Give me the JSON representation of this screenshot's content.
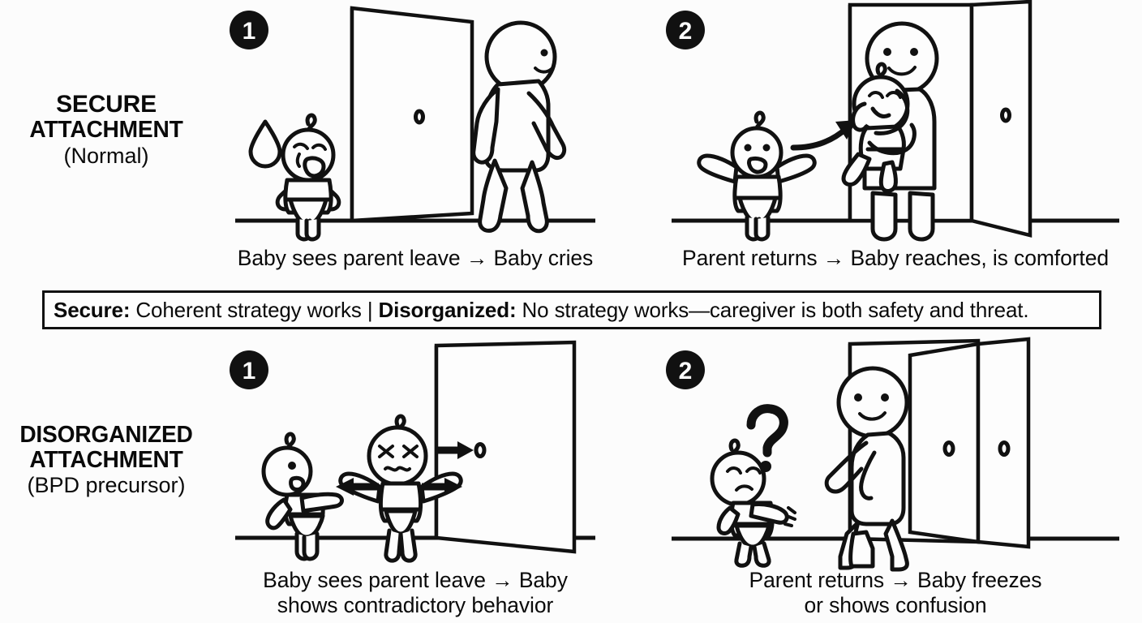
{
  "meta": {
    "title": "Secure vs Disorganized Attachment — Strange Situation diagram",
    "background_color": "#fcfcfc",
    "ink_color": "#111111"
  },
  "rows": [
    {
      "id": "secure",
      "label_line1": "SECURE",
      "label_line2": "ATTACHMENT",
      "label_sub": "(Normal)",
      "panels": [
        {
          "badge": "1",
          "caption": "Baby sees parent leave → Baby cries",
          "scene": "crying-baby-teardrop-parent-walking-out-door"
        },
        {
          "badge": "2",
          "caption": "Parent returns → Baby reaches, is comforted",
          "scene": "happy-baby-arms-up-arrow-parent-holding-baby"
        }
      ]
    },
    {
      "id": "disorganized",
      "label_line1": "DISORGANIZED",
      "label_line2": "ATTACHMENT",
      "label_sub": "(BPD precursor)",
      "panels": [
        {
          "badge": "1",
          "caption": "Baby sees parent leave → Baby\nshows contradictory behavior",
          "scene": "two-babies-conflicting-arrows-at-door"
        },
        {
          "badge": "2",
          "caption": "Parent returns → Baby freezes\nor shows confusion",
          "scene": "question-mark-frozen-baby-parent-entering"
        }
      ]
    }
  ],
  "banner": {
    "secure_label": "Secure:",
    "secure_text": " Coherent strategy works ",
    "separator": "| ",
    "disorganized_label": "Disorganized:",
    "disorganized_text": " No strategy works—caregiver is both safety and threat."
  }
}
